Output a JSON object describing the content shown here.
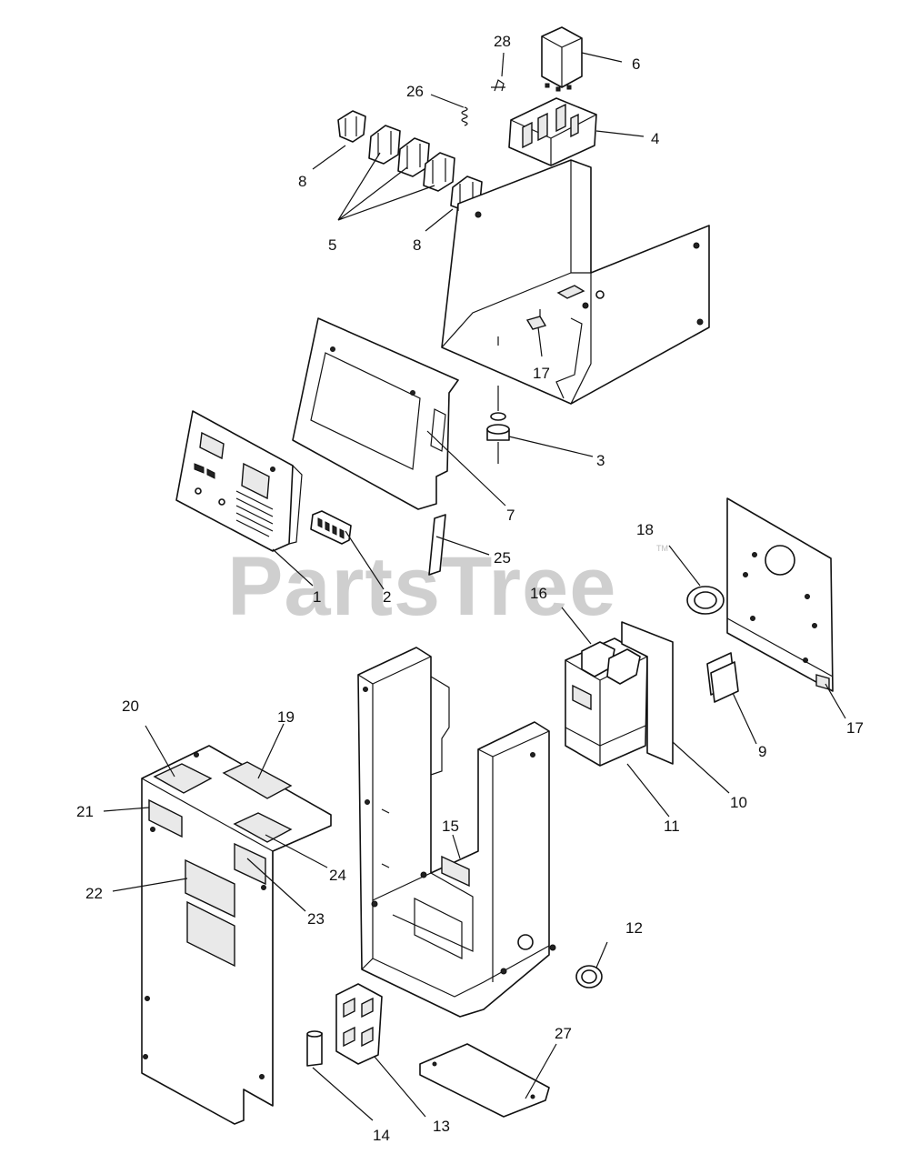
{
  "watermark": {
    "text": "PartsTree",
    "tm": "TM"
  },
  "callouts": [
    {
      "id": "c28",
      "text": "28"
    },
    {
      "id": "c6",
      "text": "6"
    },
    {
      "id": "c26",
      "text": "26"
    },
    {
      "id": "c4",
      "text": "4"
    },
    {
      "id": "c8a",
      "text": "8"
    },
    {
      "id": "c5",
      "text": "5"
    },
    {
      "id": "c8b",
      "text": "8"
    },
    {
      "id": "c17a",
      "text": "17"
    },
    {
      "id": "c3",
      "text": "3"
    },
    {
      "id": "c7",
      "text": "7"
    },
    {
      "id": "c25",
      "text": "25"
    },
    {
      "id": "c1",
      "text": "1"
    },
    {
      "id": "c2",
      "text": "2"
    },
    {
      "id": "c18",
      "text": "18"
    },
    {
      "id": "c16",
      "text": "16"
    },
    {
      "id": "c17b",
      "text": "17"
    },
    {
      "id": "c9",
      "text": "9"
    },
    {
      "id": "c10",
      "text": "10"
    },
    {
      "id": "c11",
      "text": "11"
    },
    {
      "id": "c20",
      "text": "20"
    },
    {
      "id": "c19",
      "text": "19"
    },
    {
      "id": "c21",
      "text": "21"
    },
    {
      "id": "c15",
      "text": "15"
    },
    {
      "id": "c24",
      "text": "24"
    },
    {
      "id": "c22",
      "text": "22"
    },
    {
      "id": "c23",
      "text": "23"
    },
    {
      "id": "c12",
      "text": "12"
    },
    {
      "id": "c27",
      "text": "27"
    },
    {
      "id": "c13",
      "text": "13"
    },
    {
      "id": "c14",
      "text": "14"
    }
  ]
}
